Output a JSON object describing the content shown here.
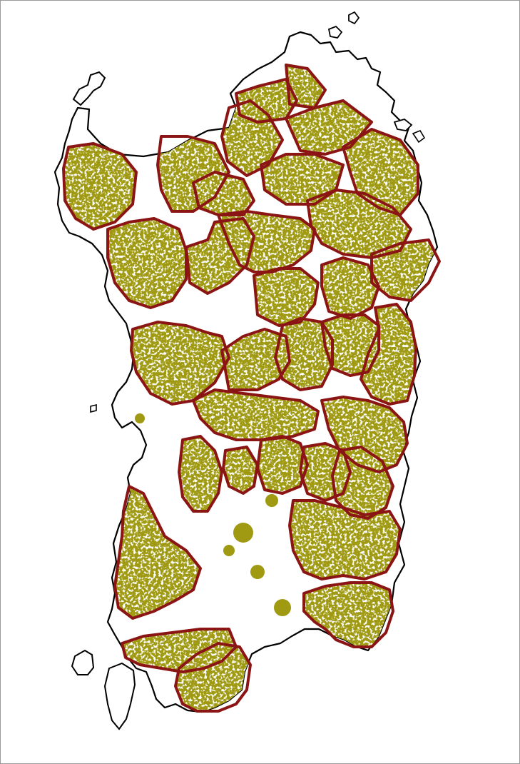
{
  "map": {
    "subject": "sardinia-forest-districts",
    "colors": {
      "background": "#ffffff",
      "frame": "#9a9a9a",
      "coastline": "#000000",
      "forest_fill": "#9f9a12",
      "forest_speckle": "#ffffff",
      "district_boundary": "#8b1414"
    },
    "layers": [
      "coastline",
      "forest-cover",
      "district-boundaries"
    ]
  }
}
